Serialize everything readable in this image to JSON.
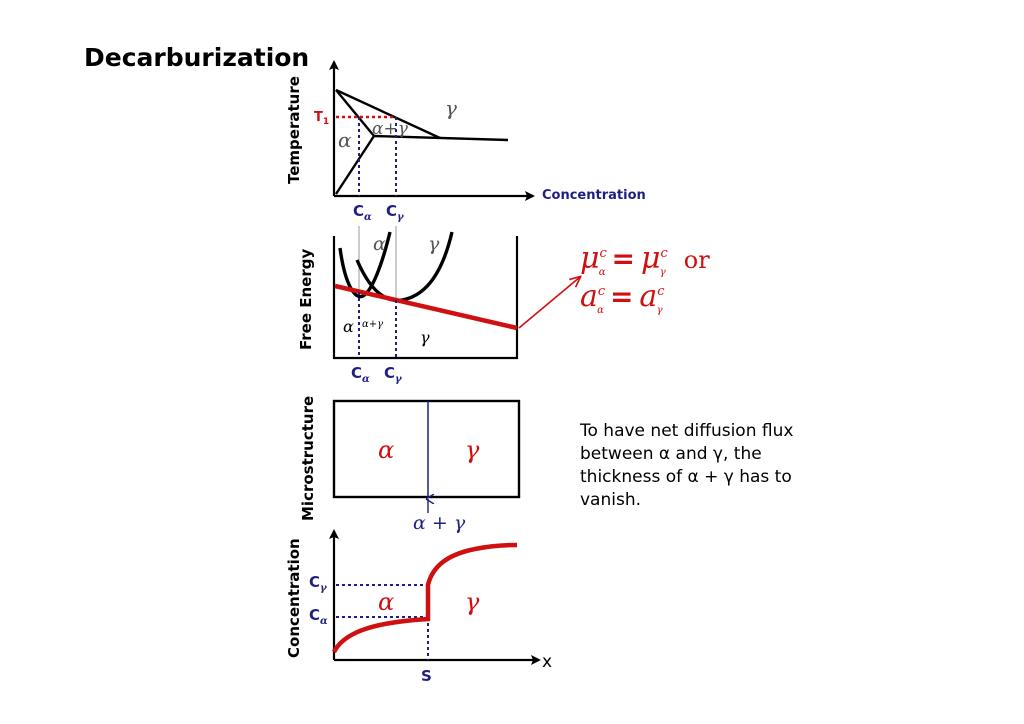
{
  "title": "Decarburization",
  "panels": {
    "phase_diagram": {
      "ylabel": "Temperature",
      "xlabel": "Concentration",
      "t1_label": "T",
      "t1_sub": "1",
      "alpha": "α",
      "alpha_gamma": "α+γ",
      "gamma": "γ",
      "c_label": "C",
      "c_alpha_sub": "α",
      "c_gamma_sub": "γ"
    },
    "free_energy": {
      "ylabel": "Free Energy",
      "alpha_curve_label": "α",
      "gamma_curve_label": "γ",
      "region_alpha": "α",
      "region_alpha_gamma": "α+γ",
      "region_gamma": "γ",
      "c_label": "C",
      "c_alpha_sub": "α",
      "c_gamma_sub": "γ"
    },
    "equations": {
      "mu": "μ",
      "a": "a",
      "sup": "c",
      "alpha_sub": "α",
      "gamma_sub": "γ",
      "equals": "=",
      "or": "or"
    },
    "microstructure": {
      "ylabel": "Microstructure",
      "alpha": "α",
      "gamma": "γ",
      "interface_label": "α + γ"
    },
    "concentration_profile": {
      "ylabel": "Concentration",
      "c_label": "C",
      "c_gamma_sub": "γ",
      "c_alpha_sub": "α",
      "alpha": "α",
      "gamma": "γ",
      "s_label": "S",
      "x_label": "x"
    }
  },
  "explanation": {
    "line1": "To have net diffusion flux",
    "line2": "between α and γ, the",
    "line3": "thickness of α + γ has to",
    "line4": "vanish."
  },
  "colors": {
    "accent": "#d01010",
    "label_blue": "#1f1f80",
    "axis": "#000000"
  }
}
